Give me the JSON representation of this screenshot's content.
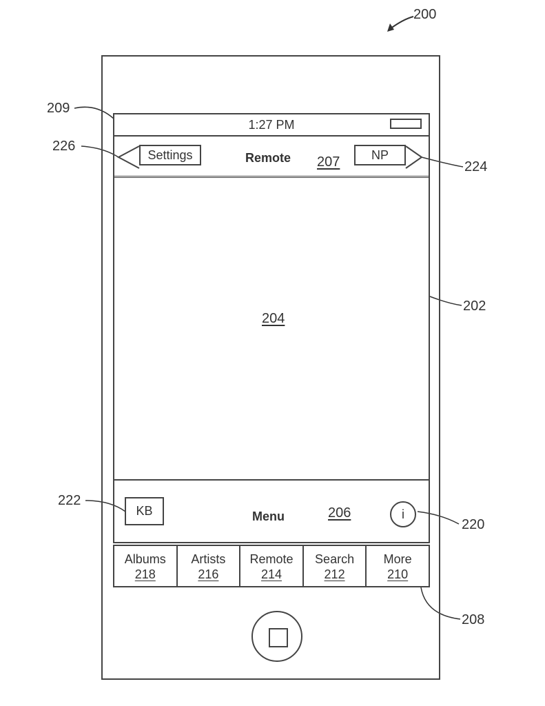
{
  "figure": {
    "ref_device": "200",
    "ref_outer_screen": "209",
    "ref_display": "202",
    "ref_tabbar": "208",
    "ref_settings": "226",
    "ref_np": "224",
    "ref_kb": "222",
    "ref_info": "220"
  },
  "status_bar": {
    "time": "1:27 PM",
    "battery_icon": "battery-icon"
  },
  "nav_bar": {
    "back_button_label": "Settings",
    "title": "Remote",
    "ref": "207",
    "forward_button_label": "NP"
  },
  "content": {
    "ref": "204"
  },
  "menu_bar": {
    "kb_button_label": "KB",
    "title": "Menu",
    "ref": "206",
    "info_button_label": "i"
  },
  "tab_bar": {
    "tabs": [
      {
        "label": "Albums",
        "ref": "218"
      },
      {
        "label": "Artists",
        "ref": "216"
      },
      {
        "label": "Remote",
        "ref": "214"
      },
      {
        "label": "Search",
        "ref": "212"
      },
      {
        "label": "More",
        "ref": "210"
      }
    ]
  },
  "hardware": {
    "home_button_icon": "home-button-icon"
  }
}
